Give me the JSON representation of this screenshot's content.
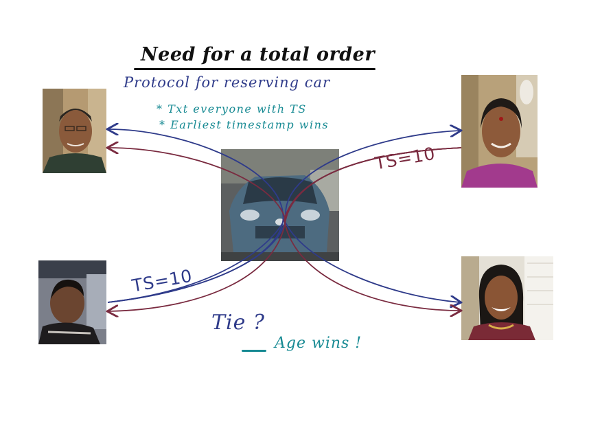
{
  "heading": {
    "title": "Need for a total order",
    "subtitle": "Protocol for reserving car"
  },
  "bullets": [
    "* Txt everyone with TS",
    "* Earliest timestamp wins"
  ],
  "annotations": {
    "ts_right": "TS=10",
    "ts_left": "TS=10",
    "tie": "Tie ?",
    "age_wins": "Age wins !"
  },
  "colors": {
    "blue_ink": "#2f3b8a",
    "teal_ink": "#178a93",
    "maroon_ink": "#7a2b40",
    "black_ink": "#111111"
  },
  "photos": [
    {
      "name": "person-top-left-photo",
      "subject": "man with glasses"
    },
    {
      "name": "person-top-right-photo",
      "subject": "woman with bindi"
    },
    {
      "name": "person-bottom-left-photo",
      "subject": "man in profile"
    },
    {
      "name": "person-bottom-right-photo",
      "subject": "smiling young woman"
    },
    {
      "name": "car-photo",
      "subject": "blue hybrid car"
    }
  ]
}
